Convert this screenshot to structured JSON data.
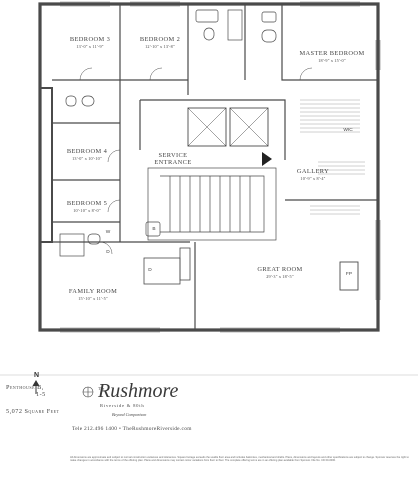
{
  "rooms": {
    "bedroom3": {
      "name": "Bedroom 3",
      "dims": "13'-0\" x 11'-9\""
    },
    "bedroom2": {
      "name": "Bedroom 2",
      "dims": "12'-10\" x 13'-8\""
    },
    "master": {
      "name": "Master Bedroom",
      "dims": "18'-9\" x 15'-0\""
    },
    "bedroom4": {
      "name": "Bedroom 4",
      "dims": "13'-0\" x 10'-10\""
    },
    "bedroom5": {
      "name": "Bedroom 5",
      "dims": "10'-10\" x 8'-0\""
    },
    "gallery": {
      "name": "Gallery",
      "dims": "10'-9\" x 8'-4\""
    },
    "family": {
      "name": "Family Room",
      "dims": "15'-10\" x 11'-5\""
    },
    "great": {
      "name": "Great Room",
      "dims": "29'-3\" x 18'-5\""
    }
  },
  "labels": {
    "service_entrance_1": "Service",
    "service_entrance_2": "Entrance",
    "wic": "WIC",
    "w": "W",
    "d": "D",
    "fp": "FP",
    "b": "B",
    "d2": "D"
  },
  "compass": "N",
  "unit": {
    "line1": "Penthouse B,",
    "line2": "1-5",
    "line3": "5,072 Square Feet"
  },
  "brand": {
    "name": "Rushmore",
    "the": "The",
    "sub": "Riverside & 80th",
    "tagline": "Beyond Comparison"
  },
  "contact": "Tele 212.496 1400 • TheRushmoreRiverside.com",
  "disclaimer": "All dimensions are approximate and subject to normal construction variances and tolerances. Square footage exceeds the usable floor area and includes balconies, mechanical and shafts. Plans, dimensions and layouts and other specifications are subject to change. Sponsor reserves the right to make changes in accordance with the terms of the offering plan. Plans and dimensions may contain minor variations from floor to floor. The complete offering terms are in an offering plan available from Sponsor. File No. CD 00-0000."
}
